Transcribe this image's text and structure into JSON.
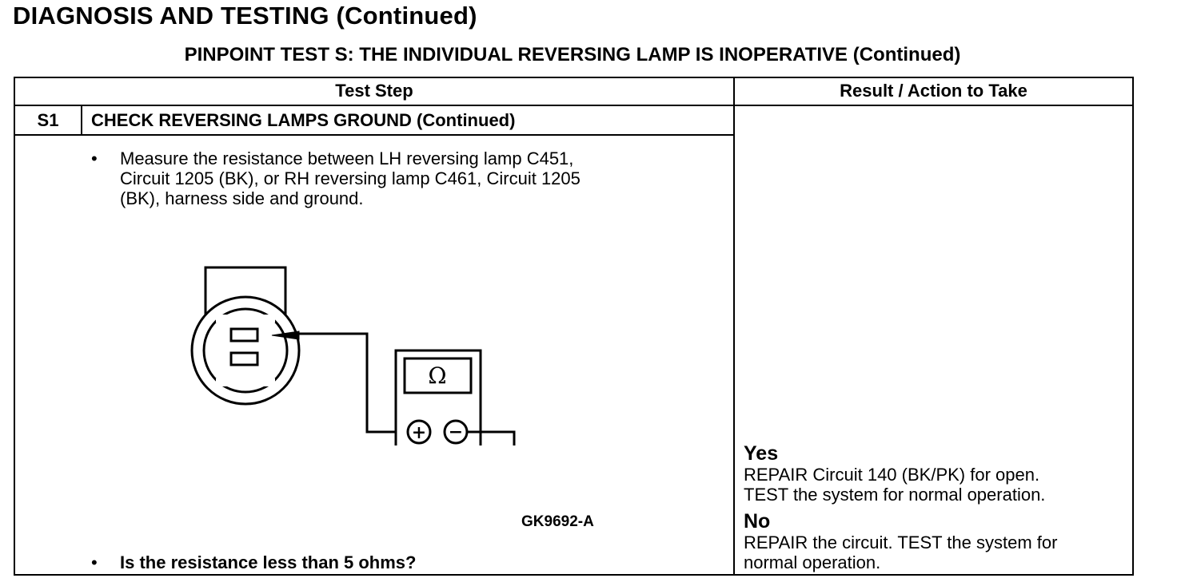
{
  "document": {
    "title": "DIAGNOSIS AND TESTING (Continued)",
    "subtitle": "PINPOINT TEST  S: THE INDIVIDUAL REVERSING LAMP IS INOPERATIVE (Continued)"
  },
  "table": {
    "col_test_step": "Test Step",
    "col_result": "Result / Action to Take",
    "step_id": "S1",
    "step_title": "CHECK REVERSING LAMPS GROUND (Continued)",
    "bullet_glyph": "•",
    "instruction_lines": [
      "Measure the resistance between LH reversing lamp C451,",
      "Circuit 1205 (BK), or RH reversing lamp C461, Circuit 1205",
      "(BK), harness side and ground."
    ],
    "question": "Is the resistance less than 5 ohms?",
    "figure": {
      "id": "GK9692-A",
      "meter_symbol": "Ω",
      "plus_symbol": "+",
      "minus_symbol": "−"
    },
    "results": [
      {
        "label": "Yes",
        "lines": [
          "REPAIR Circuit 140 (BK/PK) for open.",
          "TEST the system for normal operation."
        ]
      },
      {
        "label": "No",
        "lines": [
          "REPAIR the circuit. TEST the system for",
          "normal operation."
        ]
      }
    ]
  }
}
